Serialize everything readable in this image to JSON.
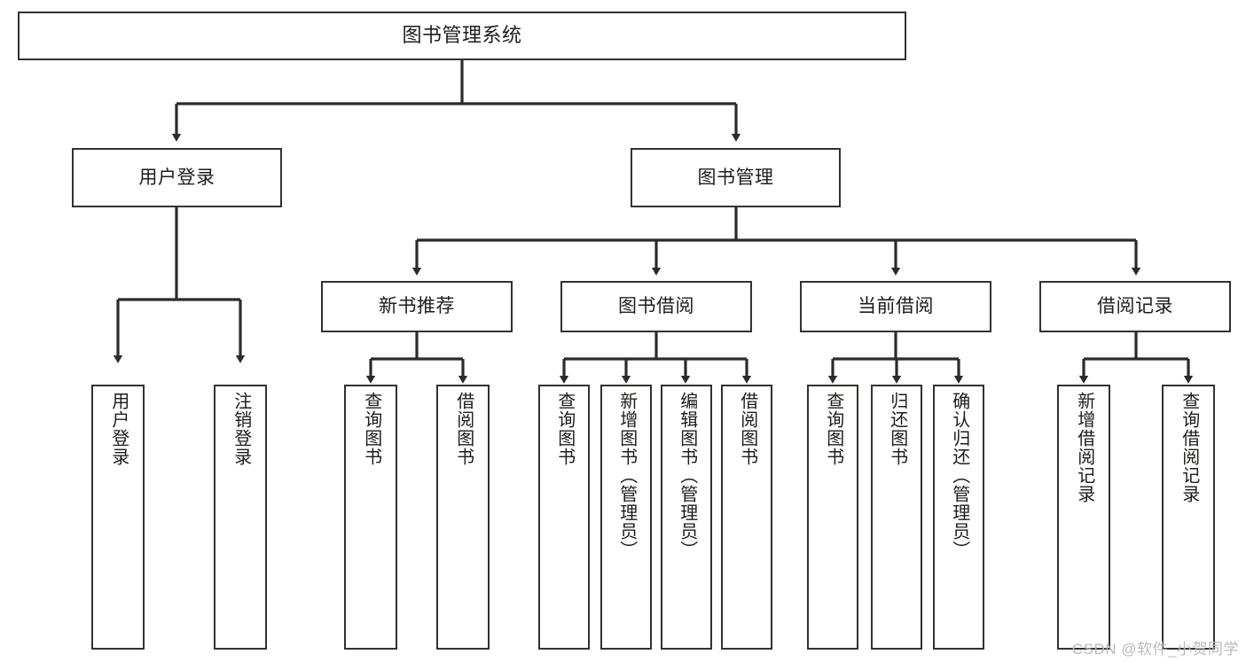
{
  "diagram": {
    "title": "图书管理系统",
    "type": "tree",
    "orientation": "top-down",
    "colors": {
      "box_border": "#32322f",
      "box_fill": "#ffffff",
      "connector": "#2b2b28",
      "text": "#1d1d1b",
      "watermark": "#b9b9b9",
      "background": "#ffffff"
    },
    "watermark": "CSDN @软件_小贺同学",
    "nodes": {
      "root": {
        "label": "图书管理系统"
      },
      "level2": [
        {
          "id": "user-login",
          "label": "用户登录"
        },
        {
          "id": "book-manage",
          "label": "图书管理"
        }
      ],
      "level3": [
        {
          "id": "new-book-recommend",
          "label": "新书推荐"
        },
        {
          "id": "book-borrow",
          "label": "图书借阅"
        },
        {
          "id": "current-borrow",
          "label": "当前借阅"
        },
        {
          "id": "borrow-record",
          "label": "借阅记录"
        }
      ],
      "leaves": [
        {
          "id": "leaf-user-login",
          "label": "用户登录",
          "parent": "user-login"
        },
        {
          "id": "leaf-logout-login",
          "label": "注销登录",
          "parent": "user-login"
        },
        {
          "id": "leaf-query-book-1",
          "label": "查询图书",
          "parent": "new-book-recommend"
        },
        {
          "id": "leaf-borrow-book-1",
          "label": "借阅图书",
          "parent": "new-book-recommend"
        },
        {
          "id": "leaf-query-book-2",
          "label": "查询图书",
          "parent": "book-borrow"
        },
        {
          "id": "leaf-add-book",
          "label": "新增图书（管理员）",
          "parent": "book-borrow"
        },
        {
          "id": "leaf-edit-book",
          "label": "编辑图书（管理员）",
          "parent": "book-borrow"
        },
        {
          "id": "leaf-borrow-book-2",
          "label": "借阅图书",
          "parent": "book-borrow"
        },
        {
          "id": "leaf-query-book-3",
          "label": "查询图书",
          "parent": "current-borrow"
        },
        {
          "id": "leaf-return-book",
          "label": "归还图书",
          "parent": "current-borrow"
        },
        {
          "id": "leaf-confirm-return",
          "label": "确认归还（管理员）",
          "parent": "current-borrow"
        },
        {
          "id": "leaf-add-record",
          "label": "新增借阅记录",
          "parent": "borrow-record"
        },
        {
          "id": "leaf-query-record",
          "label": "查询借阅记录",
          "parent": "borrow-record"
        }
      ]
    }
  }
}
